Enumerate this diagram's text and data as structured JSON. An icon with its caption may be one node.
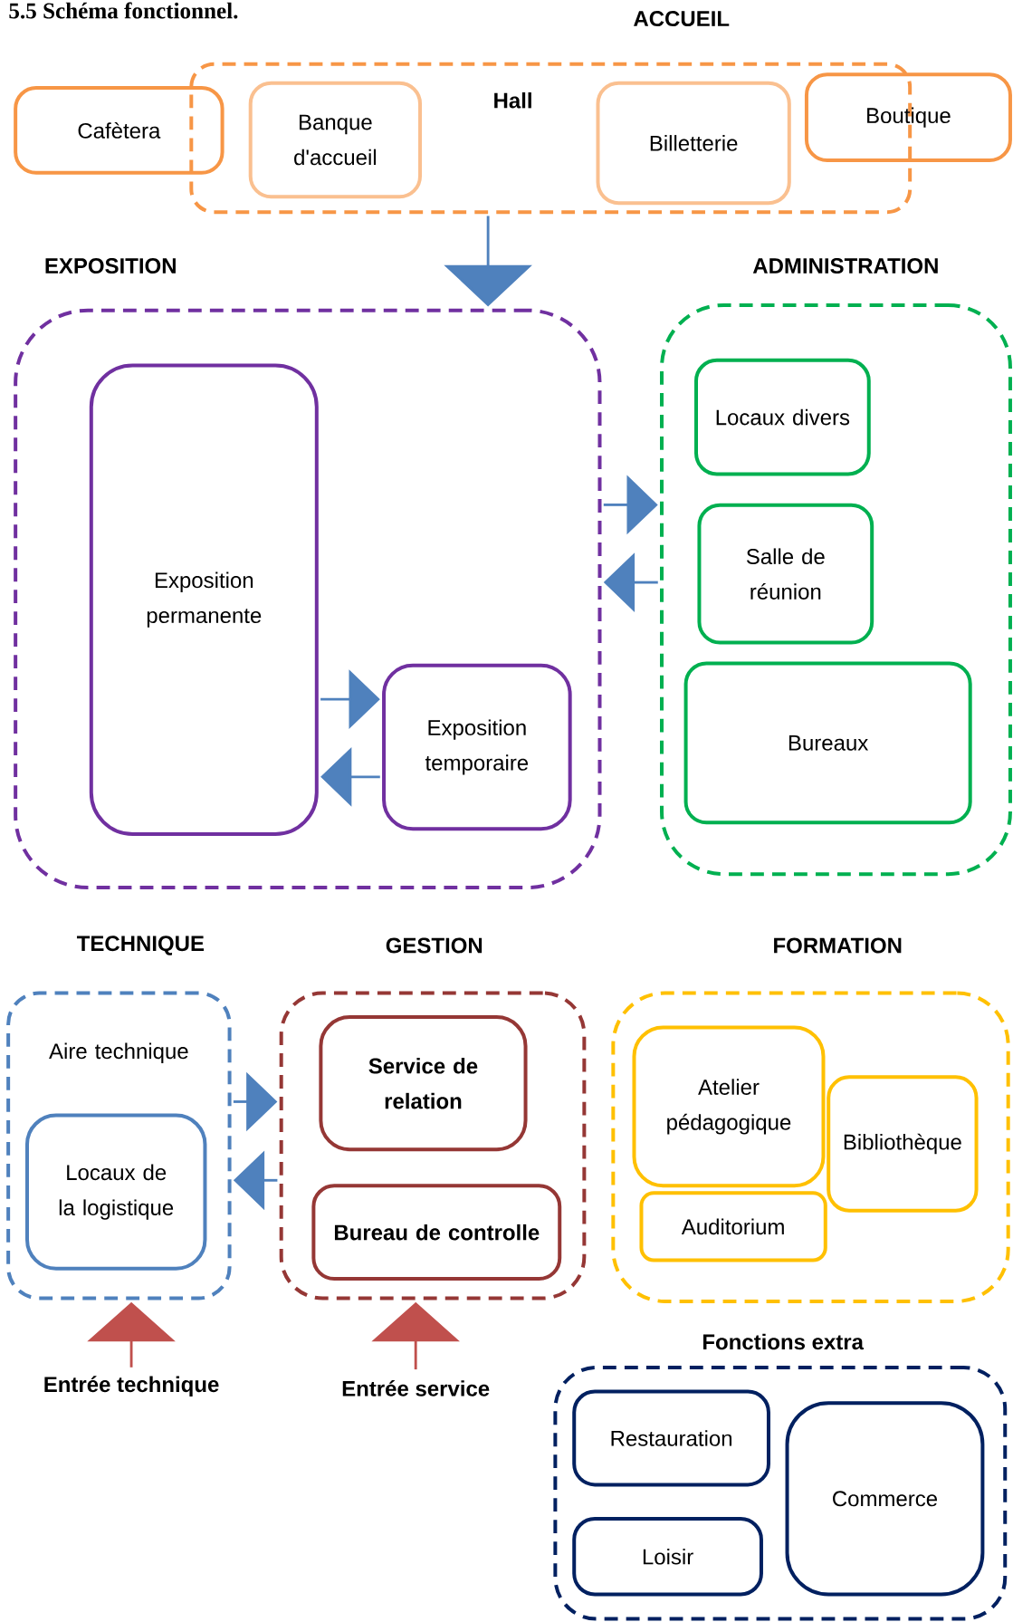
{
  "diagram": {
    "title": "5.5 Schéma fonctionnel.",
    "nodes": [
      {
        "text": [
          "ACCUEIL",
          "Hall"
        ]
      },
      {
        "text": [
          "Cafètera"
        ]
      },
      {
        "text": [
          "Banque d'accueil"
        ],
        "in": 0
      },
      {
        "text": [
          "Billetterie"
        ],
        "in": 0
      },
      {
        "text": [
          "Boutique"
        ]
      },
      {
        "text": [
          "EXPOSITION"
        ]
      },
      {
        "text": [
          "Exposition permanente"
        ],
        "in": 5
      },
      {
        "text": [
          "Exposition temporaire"
        ],
        "in": 5
      },
      {
        "text": [
          "ADMINISTRATION"
        ]
      },
      {
        "text": [
          "Locaux divers"
        ],
        "in": 8
      },
      {
        "text": [
          "Salle de réunion"
        ],
        "in": 8
      },
      {
        "text": [
          "Bureaux"
        ],
        "in": 8
      },
      {
        "text": [
          "TECHNIQUE",
          "Aire technique"
        ]
      },
      {
        "text": [
          "Locaux de la logistique"
        ],
        "in": 12
      },
      {
        "text": [
          "GESTION"
        ]
      },
      {
        "text": [
          "Service de relation"
        ],
        "in": 14
      },
      {
        "text": [
          "Bureau de controlle"
        ],
        "in": 14
      },
      {
        "text": [
          "FORMATION"
        ]
      },
      {
        "text": [
          "Atelier pédagogique"
        ],
        "in": 17
      },
      {
        "text": [
          "Bibliothèque"
        ],
        "in": 17
      },
      {
        "text": [
          "Auditorium"
        ],
        "in": 17
      },
      {
        "text": [
          "Fonctions extra"
        ]
      },
      {
        "text": [
          "Restauration"
        ],
        "in": 21
      },
      {
        "text": [
          "Loisir"
        ],
        "in": 21
      },
      {
        "text": [
          "Commerce"
        ],
        "in": 21
      },
      {
        "text": [
          "Entrée technique"
        ]
      },
      {
        "text": [
          "Entrée service"
        ]
      }
    ],
    "edges": [
      {
        "from": 0,
        "to": 5,
        "arrow": "to"
      },
      {
        "from": 5,
        "to": 8,
        "arrow": "to"
      },
      {
        "from": 8,
        "to": 5,
        "arrow": "to"
      },
      {
        "from": 6,
        "to": 7,
        "arrow": "to"
      },
      {
        "from": 7,
        "to": 6,
        "arrow": "to"
      },
      {
        "from": 12,
        "to": 14,
        "arrow": "to"
      },
      {
        "from": 14,
        "to": 12,
        "arrow": "to"
      },
      {
        "from": 25,
        "to": 12,
        "arrow": "to",
        "color": "#c0504d"
      },
      {
        "from": 26,
        "to": 14,
        "arrow": "to",
        "color": "#c0504d"
      }
    ]
  }
}
